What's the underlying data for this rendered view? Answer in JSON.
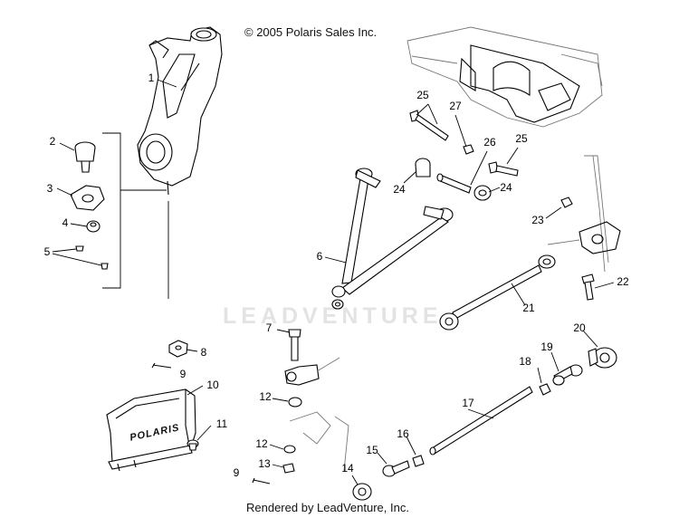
{
  "copyright": "© 2005 Polaris Sales Inc.",
  "footer": "Rendered by LeadVenture, Inc.",
  "watermark": "LEADVENTURE",
  "guard_brand": "POLARIS",
  "callouts": [
    {
      "id": "c1",
      "label": "1"
    },
    {
      "id": "c2",
      "label": "2"
    },
    {
      "id": "c3",
      "label": "3"
    },
    {
      "id": "c4",
      "label": "4"
    },
    {
      "id": "c5",
      "label": "5"
    },
    {
      "id": "c6",
      "label": "6"
    },
    {
      "id": "c7",
      "label": "7"
    },
    {
      "id": "c8",
      "label": "8"
    },
    {
      "id": "c9a",
      "label": "9"
    },
    {
      "id": "c9b",
      "label": "9"
    },
    {
      "id": "c10",
      "label": "10"
    },
    {
      "id": "c11",
      "label": "11"
    },
    {
      "id": "c12a",
      "label": "12"
    },
    {
      "id": "c12b",
      "label": "12"
    },
    {
      "id": "c13",
      "label": "13"
    },
    {
      "id": "c14",
      "label": "14"
    },
    {
      "id": "c15",
      "label": "15"
    },
    {
      "id": "c16",
      "label": "16"
    },
    {
      "id": "c17",
      "label": "17"
    },
    {
      "id": "c18",
      "label": "18"
    },
    {
      "id": "c19",
      "label": "19"
    },
    {
      "id": "c20",
      "label": "20"
    },
    {
      "id": "c21",
      "label": "21"
    },
    {
      "id": "c22",
      "label": "22"
    },
    {
      "id": "c23",
      "label": "23"
    },
    {
      "id": "c24a",
      "label": "24"
    },
    {
      "id": "c24b",
      "label": "24"
    },
    {
      "id": "c25a",
      "label": "25"
    },
    {
      "id": "c25b",
      "label": "25"
    },
    {
      "id": "c26",
      "label": "26"
    },
    {
      "id": "c27",
      "label": "27"
    }
  ]
}
